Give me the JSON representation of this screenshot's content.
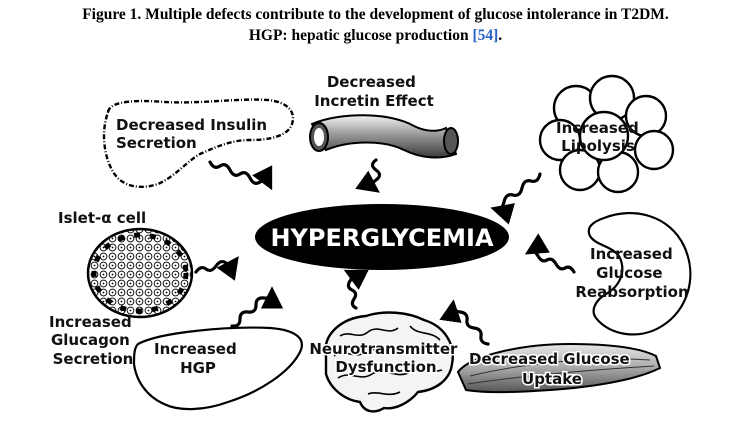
{
  "caption": {
    "line1": "Figure 1. Multiple defects contribute to the development of glucose intolerance in T2DM.",
    "line2_prefix": "HGP: hepatic glucose production ",
    "reference": "[54]",
    "line2_suffix": "."
  },
  "center_label": "HYPERGLYCEMIA",
  "nodes": {
    "insulin": [
      "Decreased Insulin",
      "Secretion"
    ],
    "incretin": [
      "Decreased",
      "Incretin Effect"
    ],
    "lipolysis": [
      "Increased",
      "Lipolysis"
    ],
    "islet": [
      "Islet-α cell"
    ],
    "glucagon": [
      "Increased",
      "Glucagon",
      "Secretion"
    ],
    "hgp": [
      "Increased",
      "HGP"
    ],
    "neuro": [
      "Neurotransmitter",
      "Dysfunction"
    ],
    "uptake": [
      "Decreased Glucose",
      "Uptake"
    ],
    "reabsorption": [
      "Increased",
      "Glucose",
      "Reabsorption"
    ]
  },
  "colors": {
    "ellipse": "#000000",
    "ellipse_text": "#ffffff",
    "reference": "#2a62c9"
  }
}
